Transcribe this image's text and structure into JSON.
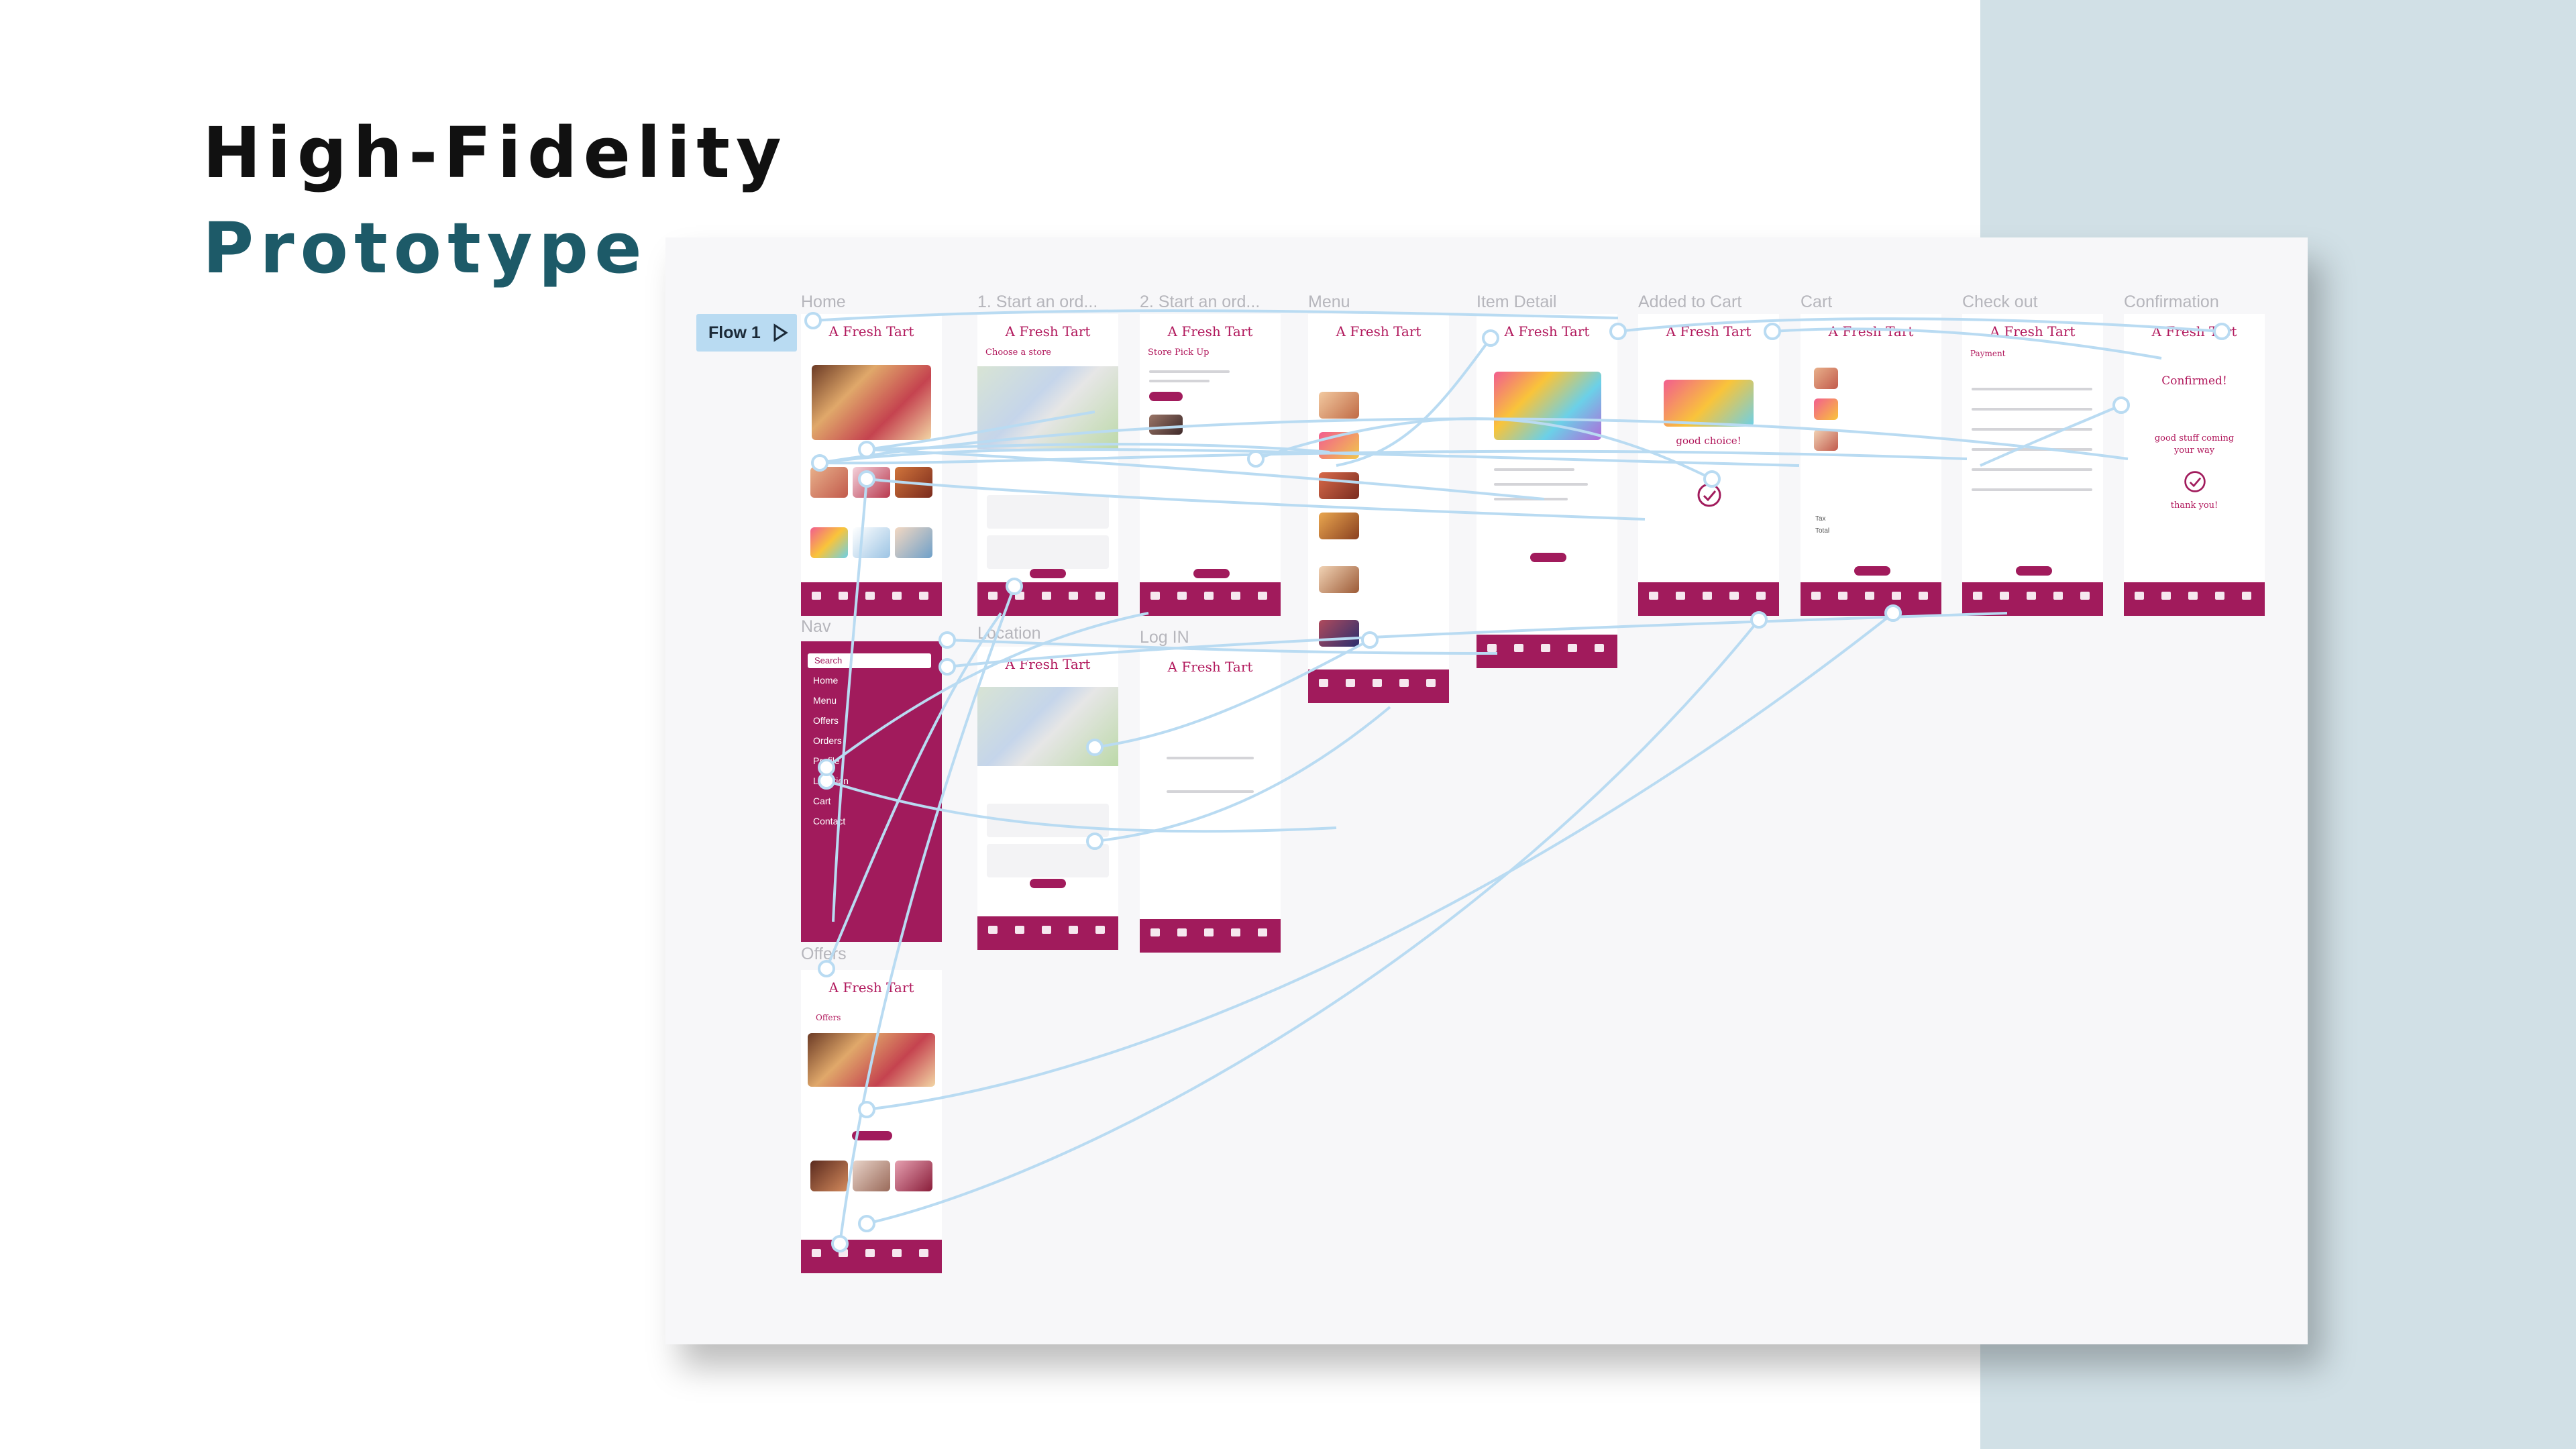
{
  "slide": {
    "heading_line1": "High-Fidelity",
    "heading_line2": "Prototype"
  },
  "flow": {
    "label": "Flow 1",
    "icon": "play-icon"
  },
  "frames": {
    "home": "Home",
    "start_order_1": "1. Start an ord...",
    "start_order_2": "2. Start an ord...",
    "menu": "Menu",
    "item_detail": "Item Detail",
    "added_to_cart": "Added to Cart",
    "cart": "Cart",
    "check_out": "Check out",
    "confirmation": "Confirmation",
    "nav": "Nav",
    "location": "Location",
    "log_in": "Log IN",
    "offers": "Offers"
  },
  "app": {
    "brand": "A Fresh Tart",
    "choose_store": "Choose a store",
    "store_pickup": "Store Pick Up",
    "offers_title": "Offers",
    "confirmed": "Confirmed!",
    "good_stuff": "good stuff coming",
    "your_way": "your way",
    "thank_you": "thank you!",
    "good_choice": "good choice!",
    "payment": "Payment",
    "total": "Total",
    "tax": "Tax"
  },
  "nav_menu": {
    "search": "Search",
    "items": [
      "Home",
      "Menu",
      "Offers",
      "Orders",
      "Profile",
      "Location",
      "Cart",
      "Contact"
    ]
  },
  "colors": {
    "brand": "#a11b5c",
    "wire": "#b9dbf2",
    "heading_dark": "#111111",
    "heading_accent": "#1d5a68",
    "side_panel": "#d1e0e6",
    "canvas": "#f7f7f9"
  }
}
